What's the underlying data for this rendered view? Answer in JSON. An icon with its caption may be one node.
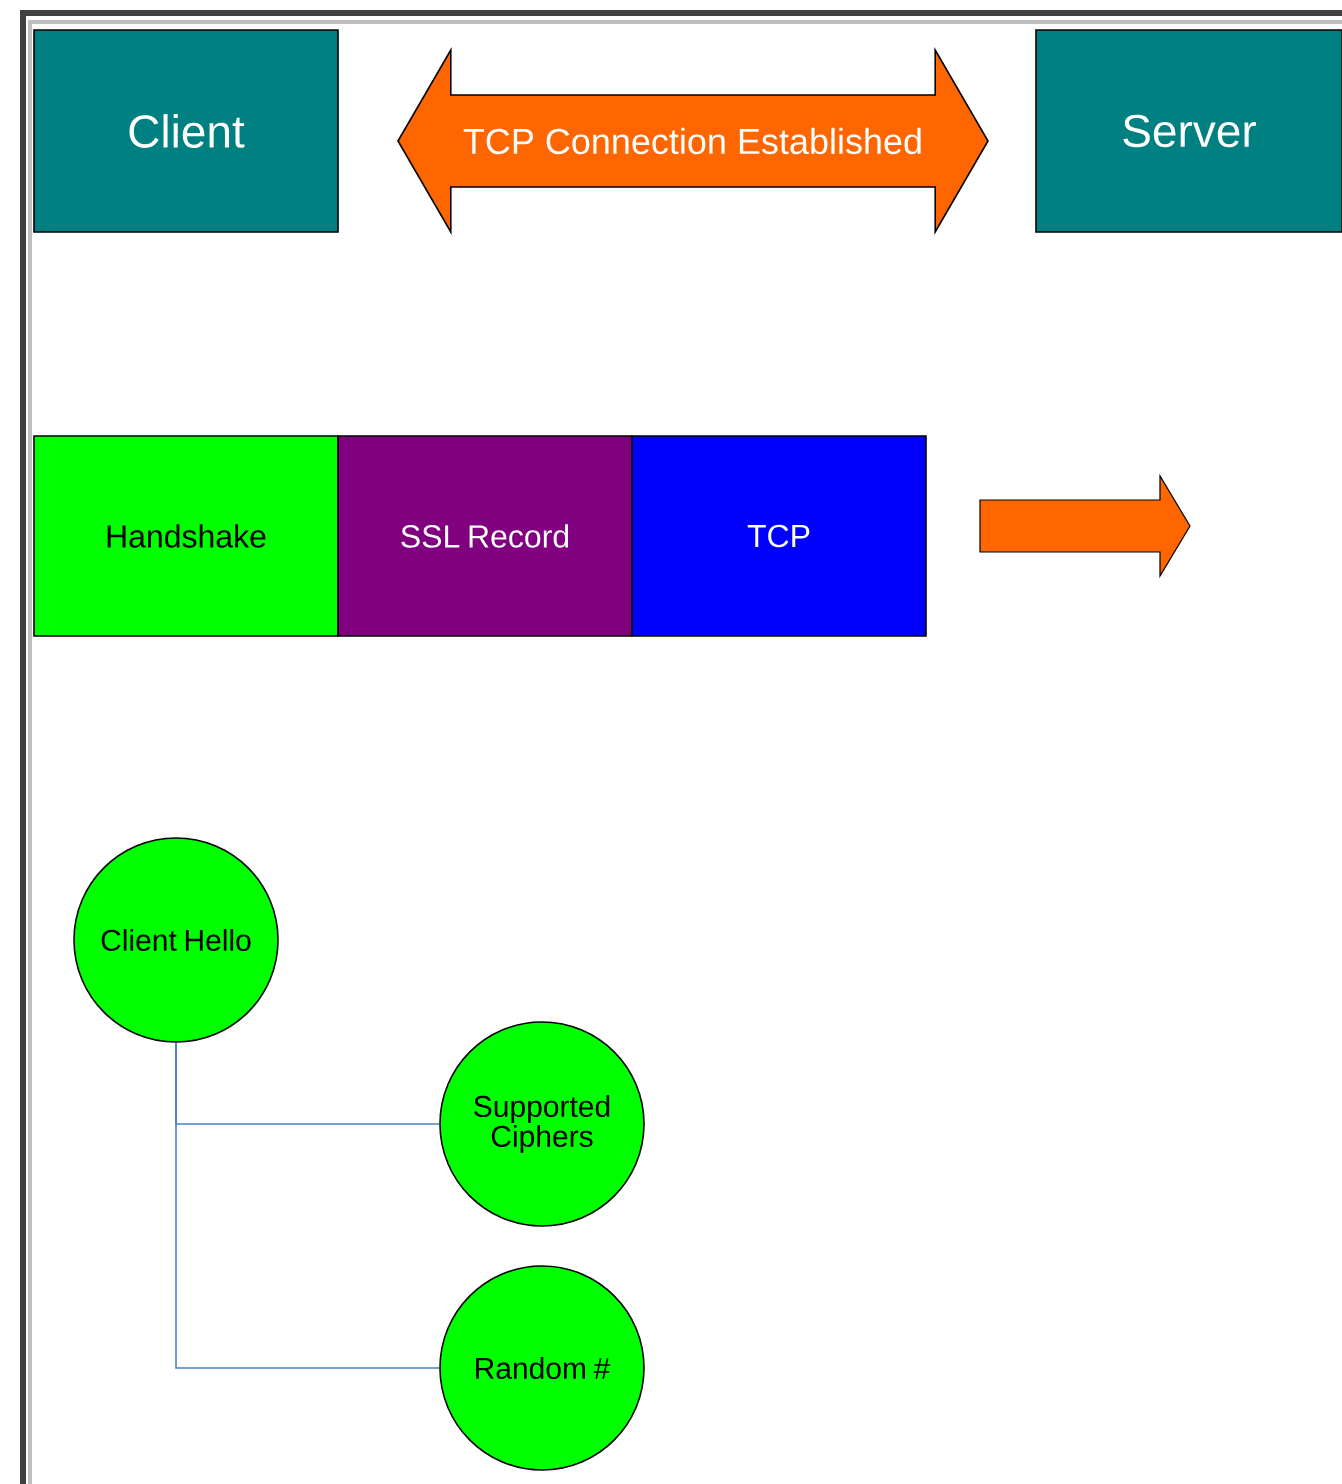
{
  "diagram": {
    "nodes": [
      {
        "text": [
          "Client"
        ]
      },
      {
        "text": [
          "TCP Connection Established"
        ]
      },
      {
        "text": [
          "Server"
        ]
      },
      {
        "text": [
          "Handshake"
        ]
      },
      {
        "text": [
          "SSL Record"
        ]
      },
      {
        "text": [
          "TCP"
        ]
      },
      {
        "text": [
          "Client Hello"
        ]
      },
      {
        "text": [
          "Supported Ciphers"
        ]
      },
      {
        "text": [
          "Random #"
        ]
      }
    ],
    "edges": [
      {
        "from": 6,
        "to": 7,
        "arrow": "none"
      },
      {
        "from": 6,
        "to": 8,
        "arrow": "none"
      }
    ]
  }
}
